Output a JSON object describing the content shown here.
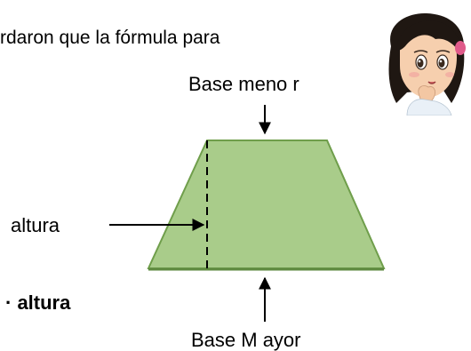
{
  "text": {
    "intro": "rdaron que la fórmula para",
    "base_menor": "Base meno r",
    "altura": "altura",
    "formula_fragment": "· altura",
    "base_mayor": "Base M ayor"
  },
  "colors": {
    "trapezoid_fill": "#a9cc8a",
    "trapezoid_stroke": "#6f9e4b",
    "line": "#000000"
  },
  "icons": {
    "character": "thinking-girl-illustration"
  }
}
